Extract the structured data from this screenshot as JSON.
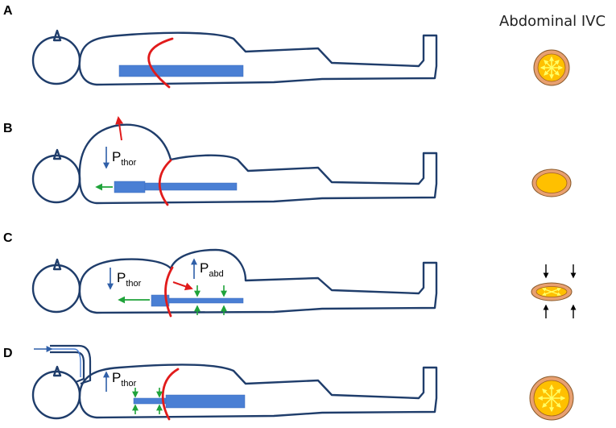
{
  "header": {
    "title": "Abdominal IVC"
  },
  "panels": [
    {
      "letter": "A"
    },
    {
      "letter": "B",
      "label_main": "P",
      "label_sub": "thor"
    },
    {
      "letter": "C",
      "label_thor_main": "P",
      "label_thor_sub": "thor",
      "label_abd_main": "P",
      "label_abd_sub": "abd"
    },
    {
      "letter": "D",
      "label_main": "P",
      "label_sub": "thor"
    }
  ],
  "colors": {
    "outline": "#1f3d6b",
    "vessel": "#4a7fd4",
    "diaphragm": "#e11b1b",
    "flow_arrow": "#1fa33a",
    "pressure_arrow": "#2f5fa8",
    "ivc_rim": "#e8a070",
    "ivc_fill": "#ffc000",
    "ivc_arrows": "#ffff66"
  }
}
